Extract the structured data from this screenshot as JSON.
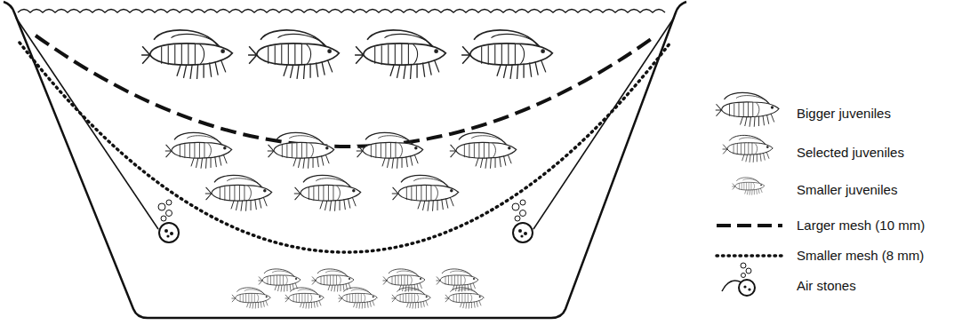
{
  "diagram": {
    "legend": [
      {
        "text": "Bigger juveniles"
      },
      {
        "text": "Selected juveniles"
      },
      {
        "text": "Smaller juveniles"
      },
      {
        "text": "Larger mesh (10 mm)"
      },
      {
        "text": "Smaller mesh (8 mm)"
      },
      {
        "text": "Air stones"
      }
    ]
  }
}
